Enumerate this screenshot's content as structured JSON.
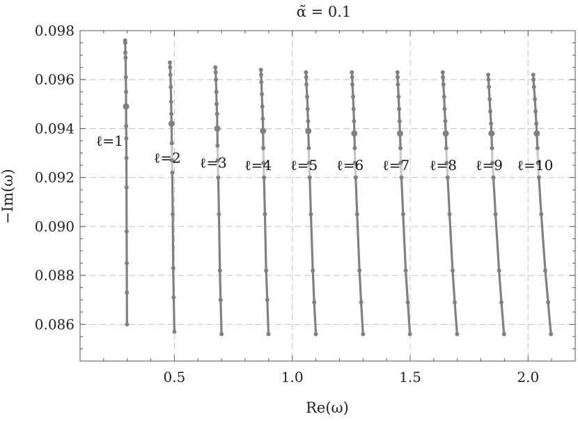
{
  "chart_data": {
    "type": "line",
    "title": "α̃ = 0.1",
    "xlabel": "Re(ω)",
    "ylabel": "−Im(ω)",
    "xlim": [
      0.1,
      2.2
    ],
    "ylim": [
      0.0845,
      0.098
    ],
    "xticks": [
      0.5,
      1.0,
      1.5,
      2.0
    ],
    "xtick_labels": [
      "0.5",
      "1.0",
      "1.5",
      "2.0"
    ],
    "yticks": [
      0.086,
      0.088,
      0.09,
      0.092,
      0.094,
      0.096,
      0.098
    ],
    "ytick_labels": [
      "0.086",
      "0.088",
      "0.090",
      "0.092",
      "0.094",
      "0.096",
      "0.098"
    ],
    "grid": true,
    "line_color": "#808080",
    "highlight_color": "#c8c8c8",
    "series": [
      {
        "name": "ℓ=1",
        "label_x": 0.225,
        "label_y": 0.0935,
        "points": [
          {
            "x": 0.291,
            "y": 0.0976
          },
          {
            "x": 0.2915,
            "y": 0.0975
          },
          {
            "x": 0.292,
            "y": 0.0971
          },
          {
            "x": 0.293,
            "y": 0.0969
          },
          {
            "x": 0.294,
            "y": 0.0961
          },
          {
            "x": 0.295,
            "y": 0.0955
          },
          {
            "x": 0.295,
            "y": 0.0949
          },
          {
            "x": 0.2955,
            "y": 0.0941
          },
          {
            "x": 0.296,
            "y": 0.0936
          },
          {
            "x": 0.2965,
            "y": 0.0928
          },
          {
            "x": 0.297,
            "y": 0.0916
          },
          {
            "x": 0.2975,
            "y": 0.0898
          },
          {
            "x": 0.298,
            "y": 0.0885
          },
          {
            "x": 0.2985,
            "y": 0.0873
          },
          {
            "x": 0.299,
            "y": 0.086
          }
        ]
      },
      {
        "name": "ℓ=2",
        "label_x": 0.47,
        "label_y": 0.0928,
        "points": [
          {
            "x": 0.481,
            "y": 0.0967
          },
          {
            "x": 0.482,
            "y": 0.0965
          },
          {
            "x": 0.483,
            "y": 0.0962
          },
          {
            "x": 0.485,
            "y": 0.0957
          },
          {
            "x": 0.486,
            "y": 0.0951
          },
          {
            "x": 0.487,
            "y": 0.0946
          },
          {
            "x": 0.488,
            "y": 0.0942
          },
          {
            "x": 0.489,
            "y": 0.0934
          },
          {
            "x": 0.49,
            "y": 0.0927
          },
          {
            "x": 0.491,
            "y": 0.0922
          },
          {
            "x": 0.493,
            "y": 0.0905
          },
          {
            "x": 0.495,
            "y": 0.0883
          },
          {
            "x": 0.497,
            "y": 0.0871
          },
          {
            "x": 0.5,
            "y": 0.0857
          }
        ]
      },
      {
        "name": "ℓ=3",
        "label_x": 0.665,
        "label_y": 0.0926,
        "points": [
          {
            "x": 0.674,
            "y": 0.0965
          },
          {
            "x": 0.675,
            "y": 0.0963
          },
          {
            "x": 0.676,
            "y": 0.096
          },
          {
            "x": 0.678,
            "y": 0.0955
          },
          {
            "x": 0.679,
            "y": 0.095
          },
          {
            "x": 0.681,
            "y": 0.0946
          },
          {
            "x": 0.682,
            "y": 0.094
          },
          {
            "x": 0.683,
            "y": 0.0933
          },
          {
            "x": 0.684,
            "y": 0.0927
          },
          {
            "x": 0.686,
            "y": 0.092
          },
          {
            "x": 0.689,
            "y": 0.0905
          },
          {
            "x": 0.693,
            "y": 0.0882
          },
          {
            "x": 0.696,
            "y": 0.087
          },
          {
            "x": 0.7,
            "y": 0.0856
          }
        ]
      },
      {
        "name": "ℓ=4",
        "label_x": 0.855,
        "label_y": 0.0925,
        "points": [
          {
            "x": 0.867,
            "y": 0.0964
          },
          {
            "x": 0.868,
            "y": 0.0962
          },
          {
            "x": 0.869,
            "y": 0.0959
          },
          {
            "x": 0.871,
            "y": 0.0954
          },
          {
            "x": 0.873,
            "y": 0.0949
          },
          {
            "x": 0.875,
            "y": 0.0944
          },
          {
            "x": 0.876,
            "y": 0.0939
          },
          {
            "x": 0.877,
            "y": 0.0932
          },
          {
            "x": 0.878,
            "y": 0.0926
          },
          {
            "x": 0.88,
            "y": 0.092
          },
          {
            "x": 0.884,
            "y": 0.0905
          },
          {
            "x": 0.889,
            "y": 0.0882
          },
          {
            "x": 0.894,
            "y": 0.087
          },
          {
            "x": 0.899,
            "y": 0.0856
          }
        ]
      },
      {
        "name": "ℓ=5",
        "label_x": 1.05,
        "label_y": 0.0925,
        "points": [
          {
            "x": 1.058,
            "y": 0.0963
          },
          {
            "x": 1.059,
            "y": 0.0961
          },
          {
            "x": 1.06,
            "y": 0.0958
          },
          {
            "x": 1.063,
            "y": 0.0953
          },
          {
            "x": 1.065,
            "y": 0.0948
          },
          {
            "x": 1.067,
            "y": 0.0943
          },
          {
            "x": 1.068,
            "y": 0.0939
          },
          {
            "x": 1.07,
            "y": 0.0932
          },
          {
            "x": 1.071,
            "y": 0.0926
          },
          {
            "x": 1.074,
            "y": 0.092
          },
          {
            "x": 1.079,
            "y": 0.0905
          },
          {
            "x": 1.087,
            "y": 0.0882
          },
          {
            "x": 1.093,
            "y": 0.0869
          },
          {
            "x": 1.1,
            "y": 0.0856
          }
        ]
      },
      {
        "name": "ℓ=6",
        "label_x": 1.245,
        "label_y": 0.0925,
        "points": [
          {
            "x": 1.253,
            "y": 0.0963
          },
          {
            "x": 1.254,
            "y": 0.0961
          },
          {
            "x": 1.255,
            "y": 0.0958
          },
          {
            "x": 1.258,
            "y": 0.0953
          },
          {
            "x": 1.26,
            "y": 0.0948
          },
          {
            "x": 1.262,
            "y": 0.0943
          },
          {
            "x": 1.263,
            "y": 0.0938
          },
          {
            "x": 1.265,
            "y": 0.0932
          },
          {
            "x": 1.266,
            "y": 0.0926
          },
          {
            "x": 1.269,
            "y": 0.092
          },
          {
            "x": 1.275,
            "y": 0.0905
          },
          {
            "x": 1.285,
            "y": 0.0882
          },
          {
            "x": 1.292,
            "y": 0.0869
          },
          {
            "x": 1.3,
            "y": 0.0856
          }
        ]
      },
      {
        "name": "ℓ=7",
        "label_x": 1.44,
        "label_y": 0.0925,
        "points": [
          {
            "x": 1.446,
            "y": 0.0963
          },
          {
            "x": 1.447,
            "y": 0.0961
          },
          {
            "x": 1.448,
            "y": 0.0958
          },
          {
            "x": 1.451,
            "y": 0.0953
          },
          {
            "x": 1.453,
            "y": 0.0948
          },
          {
            "x": 1.455,
            "y": 0.0943
          },
          {
            "x": 1.457,
            "y": 0.0938
          },
          {
            "x": 1.459,
            "y": 0.0932
          },
          {
            "x": 1.46,
            "y": 0.0926
          },
          {
            "x": 1.463,
            "y": 0.092
          },
          {
            "x": 1.47,
            "y": 0.0905
          },
          {
            "x": 1.481,
            "y": 0.0882
          },
          {
            "x": 1.49,
            "y": 0.0869
          },
          {
            "x": 1.499,
            "y": 0.0856
          }
        ]
      },
      {
        "name": "ℓ=8",
        "label_x": 1.64,
        "label_y": 0.0925,
        "points": [
          {
            "x": 1.638,
            "y": 0.0963
          },
          {
            "x": 1.639,
            "y": 0.0961
          },
          {
            "x": 1.641,
            "y": 0.0958
          },
          {
            "x": 1.644,
            "y": 0.0953
          },
          {
            "x": 1.646,
            "y": 0.0948
          },
          {
            "x": 1.649,
            "y": 0.0943
          },
          {
            "x": 1.651,
            "y": 0.0938
          },
          {
            "x": 1.653,
            "y": 0.0932
          },
          {
            "x": 1.655,
            "y": 0.0926
          },
          {
            "x": 1.659,
            "y": 0.092
          },
          {
            "x": 1.667,
            "y": 0.0905
          },
          {
            "x": 1.68,
            "y": 0.0882
          },
          {
            "x": 1.689,
            "y": 0.0869
          },
          {
            "x": 1.699,
            "y": 0.0856
          }
        ]
      },
      {
        "name": "ℓ=9",
        "label_x": 1.835,
        "label_y": 0.0925,
        "points": [
          {
            "x": 1.831,
            "y": 0.0962
          },
          {
            "x": 1.832,
            "y": 0.096
          },
          {
            "x": 1.834,
            "y": 0.0957
          },
          {
            "x": 1.837,
            "y": 0.0952
          },
          {
            "x": 1.84,
            "y": 0.0947
          },
          {
            "x": 1.843,
            "y": 0.0942
          },
          {
            "x": 1.845,
            "y": 0.0938
          },
          {
            "x": 1.847,
            "y": 0.0932
          },
          {
            "x": 1.849,
            "y": 0.0926
          },
          {
            "x": 1.853,
            "y": 0.092
          },
          {
            "x": 1.862,
            "y": 0.0905
          },
          {
            "x": 1.877,
            "y": 0.0882
          },
          {
            "x": 1.887,
            "y": 0.0869
          },
          {
            "x": 1.898,
            "y": 0.0856
          }
        ]
      },
      {
        "name": "ℓ=10",
        "label_x": 2.03,
        "label_y": 0.0925,
        "points": [
          {
            "x": 2.022,
            "y": 0.0962
          },
          {
            "x": 2.023,
            "y": 0.096
          },
          {
            "x": 2.025,
            "y": 0.0957
          },
          {
            "x": 2.029,
            "y": 0.0952
          },
          {
            "x": 2.032,
            "y": 0.0947
          },
          {
            "x": 2.035,
            "y": 0.0942
          },
          {
            "x": 2.037,
            "y": 0.0938
          },
          {
            "x": 2.04,
            "y": 0.0932
          },
          {
            "x": 2.042,
            "y": 0.0926
          },
          {
            "x": 2.046,
            "y": 0.092
          },
          {
            "x": 2.056,
            "y": 0.0905
          },
          {
            "x": 2.073,
            "y": 0.0882
          },
          {
            "x": 2.085,
            "y": 0.0869
          },
          {
            "x": 2.097,
            "y": 0.0856
          }
        ]
      }
    ]
  }
}
